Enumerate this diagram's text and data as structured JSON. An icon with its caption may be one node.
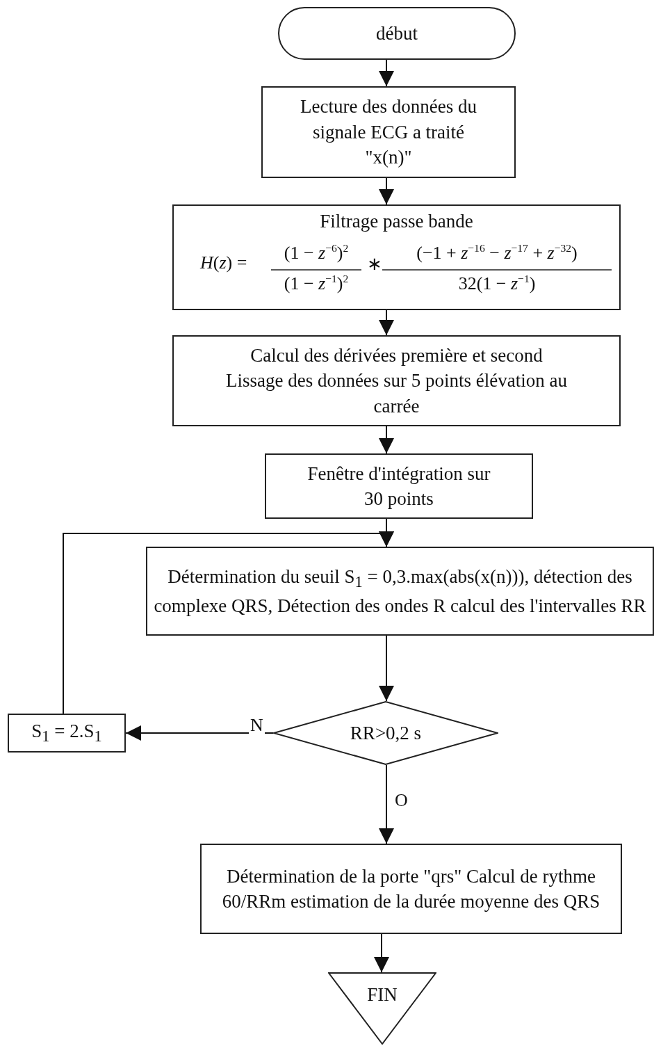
{
  "diagram": {
    "nodes": [
      {
        "text": [
          "début"
        ]
      },
      {
        "text": [
          "Lecture des données du signale ECG a traité \"x(n)\""
        ]
      },
      {
        "text": [
          "Filtrage passe bande",
          "*H*(*z*) =",
          "(1 − *z*$^{−6}$)$^{2}$",
          "(1 − *z*$^{−1}$)$^{2}$",
          "∗",
          "(−1 + *z*$^{−16}$ − *z*$^{−17}$ + *z*$^{−32}$)",
          "32(1 − *z*$^{−1}$)"
        ]
      },
      {
        "text": [
          "Calcul des dérivées première et second Lissage des données sur 5 points élévation au carrée"
        ]
      },
      {
        "text": [
          "Fenêtre d'intégration sur 30 points"
        ]
      },
      {
        "text": [
          "Détermination du seuil S$_{1}$ = 0,3.max(abs(x(n))), détection des complexe QRS, Détection des ondes R calcul des l'intervalles RR"
        ]
      },
      {
        "text": [
          "RR>0,2 s"
        ]
      },
      {
        "text": [
          "S$_{1}$ = 2.S$_{1}$"
        ]
      },
      {
        "text": [
          "Détermination de la porte \"qrs\" Calcul de rythme 60/RRm estimation de la durée moyenne des QRS"
        ]
      },
      {
        "text": [
          "FIN"
        ]
      }
    ],
    "edges": [
      {
        "from": 0,
        "to": 1,
        "arrow": "to"
      },
      {
        "from": 1,
        "to": 2,
        "arrow": "to"
      },
      {
        "from": 2,
        "to": 3,
        "arrow": "to"
      },
      {
        "from": 3,
        "to": 4,
        "arrow": "to"
      },
      {
        "from": 4,
        "to": 5,
        "arrow": "to"
      },
      {
        "from": 5,
        "to": 6,
        "arrow": "to"
      },
      {
        "from": 6,
        "to": 7,
        "arrow": "to",
        "label": "N"
      },
      {
        "from": 7,
        "to": 5,
        "arrow": "to"
      },
      {
        "from": 6,
        "to": 8,
        "arrow": "to",
        "label": "O"
      },
      {
        "from": 8,
        "to": 9,
        "arrow": "to"
      }
    ]
  }
}
